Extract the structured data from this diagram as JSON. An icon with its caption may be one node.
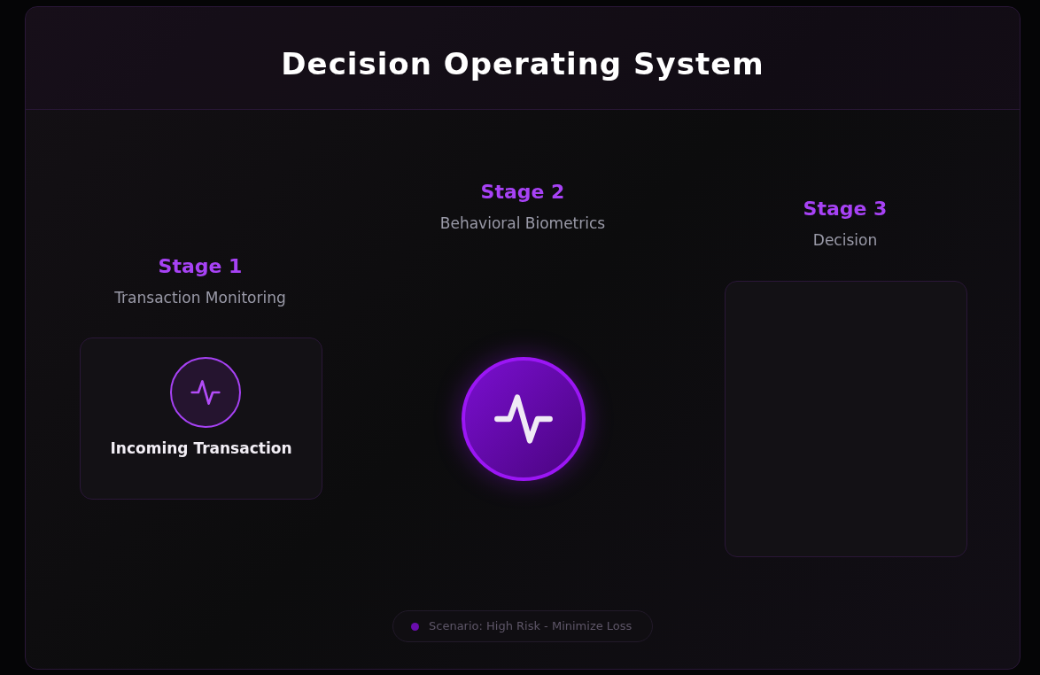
{
  "diagram": {
    "title": "Decision Operating System",
    "nodes": [
      {
        "text": [
          "Stage 1",
          "Transaction Monitoring",
          "Incoming Transaction"
        ]
      },
      {
        "text": [],
        "shape": "circle",
        "beside": [
          "Stage 2",
          "Behavioral Biometrics"
        ]
      },
      {
        "text": [
          "Stage 3",
          "Decision"
        ]
      }
    ],
    "legend": [
      {
        "text": "Scenario: High Risk - Minimize Loss",
        "color": "#6a0dad"
      }
    ]
  }
}
